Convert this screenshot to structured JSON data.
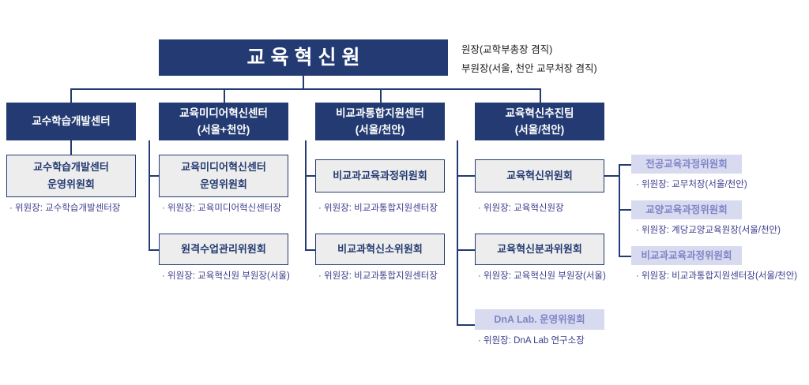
{
  "title": "교육혁신원 조직도",
  "colors": {
    "navy": "#233B72",
    "gray_box": "#EDEDED",
    "lavender_box": "#D8DBEF",
    "lavender_text": "#8084C8",
    "note_text": "#3C3C8C"
  },
  "root": {
    "label": "교육혁신원"
  },
  "annotations": [
    "원장(교학부총장 겸직)",
    "부원장(서울, 천안 교무처장 겸직)"
  ],
  "departments": [
    {
      "name": "교수학습개발센터",
      "sub": ""
    },
    {
      "name": "교육미디어혁신센터",
      "sub": "(서울+천안)"
    },
    {
      "name": "비교과통합지원센터",
      "sub": "(서울/천안)"
    },
    {
      "name": "교육혁신추진팀",
      "sub": "(서울/천안)"
    }
  ],
  "committees": [
    {
      "line1": "교수학습개발센터",
      "line2": "운영위원회",
      "note": "· 위원장: 교수학습개발센터장"
    },
    {
      "line1": "교육미디어혁신센터",
      "line2": "운영위원회",
      "note": "· 위원장: 교육미디어혁신센터장"
    },
    {
      "line1": "비교과교육과정위원회",
      "line2": "",
      "note": "· 위원장: 비교과통합지원센터장"
    },
    {
      "line1": "교육혁신위원회",
      "line2": "",
      "note": "· 위원장: 교육혁신원장"
    },
    {
      "line1": "원격수업관리위원회",
      "line2": "",
      "note": "· 위원장: 교육혁신원 부원장(서울)"
    },
    {
      "line1": "비교과혁신소위원회",
      "line2": "",
      "note": "· 위원장: 비교과통합지원센터장"
    },
    {
      "line1": "교육혁신분과위원회",
      "line2": "",
      "note": "· 위원장: 교육혁신원 부원장(서울)"
    }
  ],
  "lavender": [
    {
      "label": "전공교육과정위원회",
      "note": "· 위원장: 교무처장(서울/천안)"
    },
    {
      "label": "교양교육과정위원회",
      "note": "· 위원장: 계당교양교육원장(서울/천안)"
    },
    {
      "label": "비교과교육과정위원회",
      "note": "· 위원장: 비교과통합지원센터장(서울/천안)"
    }
  ],
  "dna_lab": {
    "label": "DnA Lab. 운영위원회",
    "note": "· 위원장: DnA Lab 연구소장"
  }
}
